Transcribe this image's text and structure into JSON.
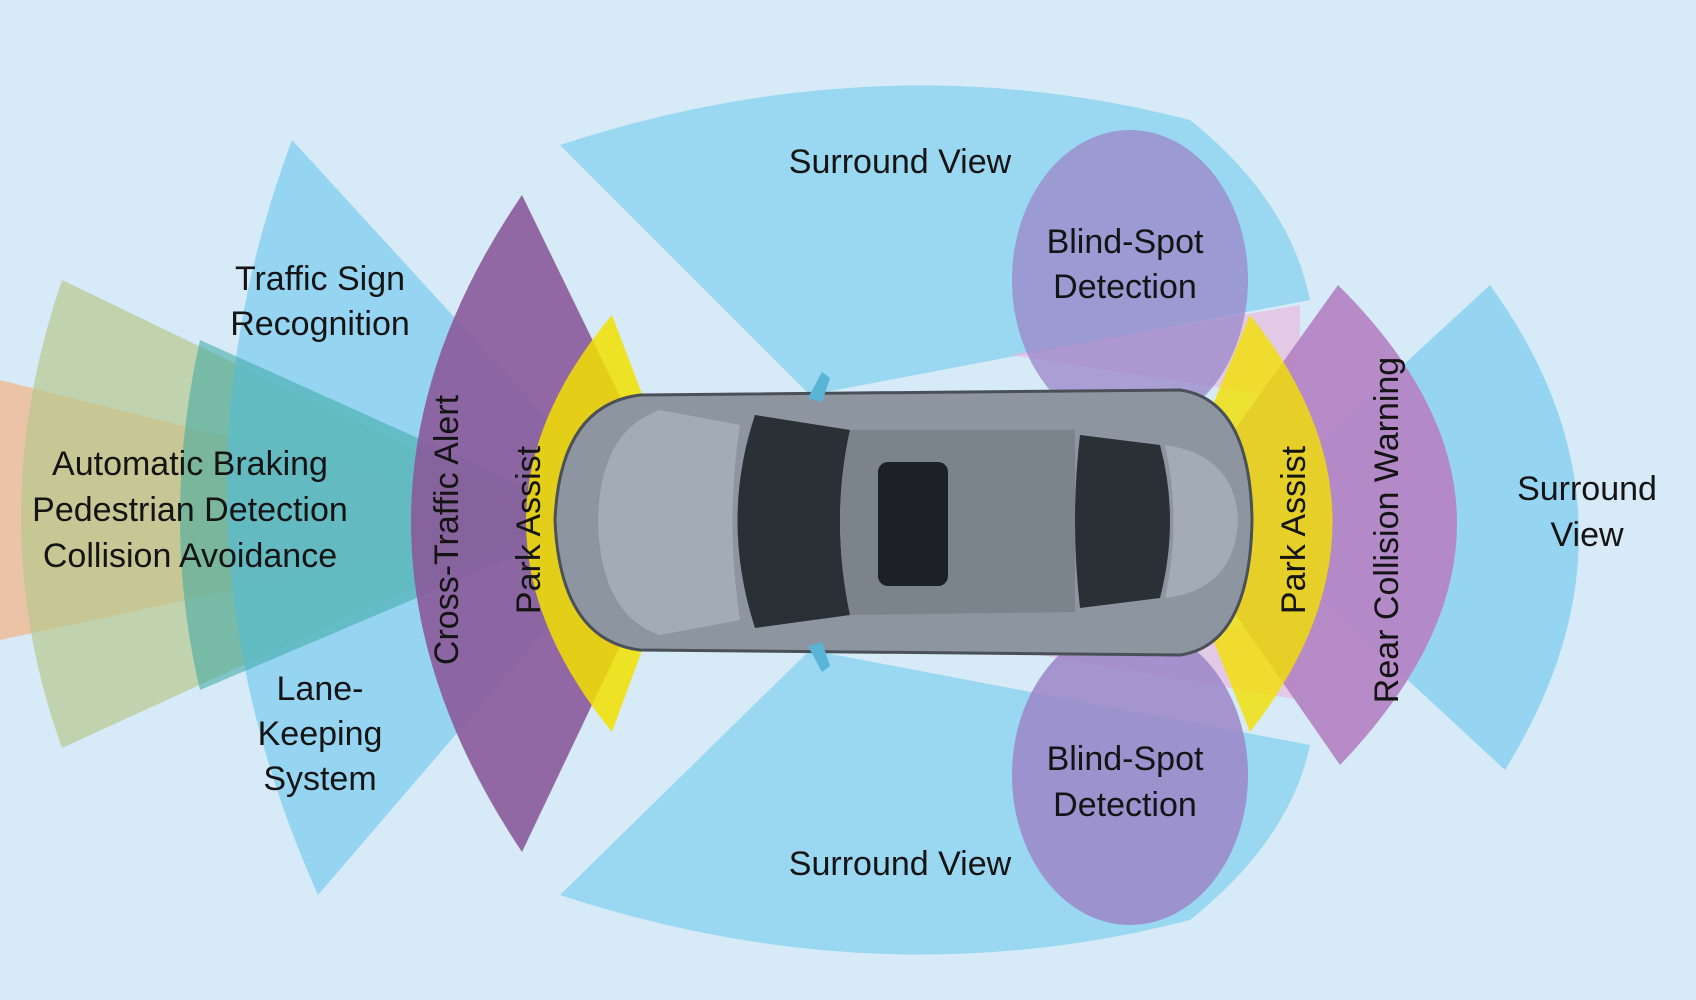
{
  "colors": {
    "background": "#d6ebf7",
    "surround_view": "#8fd3f0",
    "cross_traffic": "#8b5a9a",
    "park_assist": "#f2e000",
    "blind_spot": "#9b86c8",
    "rear_collision": "#b486c4",
    "long_range_orange": "#f2b78e",
    "long_range_green": "#b8c98e",
    "lane_teal": "#3aa7a2",
    "car_body": "#8c95a0"
  },
  "labels": {
    "surround_top": "Surround View",
    "surround_bottom": "Surround View",
    "surround_rear_1": "Surround",
    "surround_rear_2": "View",
    "traffic_sign_1": "Traffic Sign",
    "traffic_sign_2": "Recognition",
    "braking_1": "Automatic Braking",
    "braking_2": "Pedestrian Detection",
    "braking_3": "Collision Avoidance",
    "lane_1": "Lane-",
    "lane_2": "Keeping",
    "lane_3": "System",
    "cross_traffic": "Cross-Traffic Alert",
    "park_assist_front": "Park Assist",
    "park_assist_rear": "Park Assist",
    "blind_spot_top_1": "Blind-Spot",
    "blind_spot_top_2": "Detection",
    "blind_spot_bottom_1": "Blind-Spot",
    "blind_spot_bottom_2": "Detection",
    "rear_collision": "Rear Collision Warning"
  }
}
